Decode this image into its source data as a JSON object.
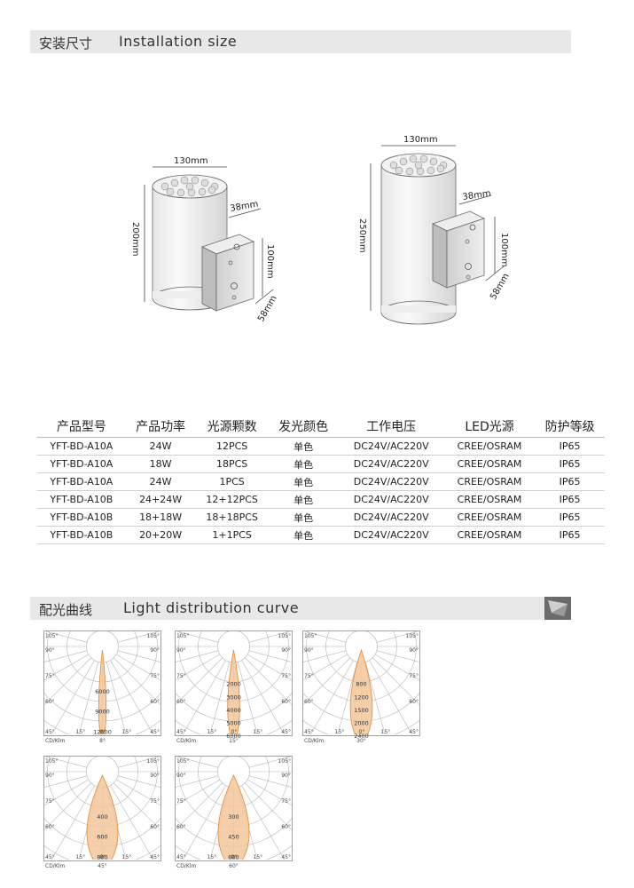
{
  "install": {
    "title_zh": "安装尺寸",
    "title_en": "Installation size",
    "left": {
      "width": "130mm",
      "height": "200mm",
      "depth": "38mm",
      "box_h": "100mm",
      "box_d": "58mm"
    },
    "right": {
      "width": "130mm",
      "height": "250mm",
      "depth": "38mm",
      "box_h": "100mm",
      "box_d": "58mm"
    }
  },
  "table": {
    "headers": [
      "产品型号",
      "产品功率",
      "光源颗数",
      "发光颜色",
      "工作电压",
      "LED光源",
      "防护等级"
    ],
    "rows": [
      [
        "YFT-BD-A10A",
        "24W",
        "12PCS",
        "单色",
        "DC24V/AC220V",
        "CREE/OSRAM",
        "IP65"
      ],
      [
        "YFT-BD-A10A",
        "18W",
        "18PCS",
        "单色",
        "DC24V/AC220V",
        "CREE/OSRAM",
        "IP65"
      ],
      [
        "YFT-BD-A10A",
        "24W",
        "1PCS",
        "单色",
        "DC24V/AC220V",
        "CREE/OSRAM",
        "IP65"
      ],
      [
        "YFT-BD-A10B",
        "24+24W",
        "12+12PCS",
        "单色",
        "DC24V/AC220V",
        "CREE/OSRAM",
        "IP65"
      ],
      [
        "YFT-BD-A10B",
        "18+18W",
        "18+18PCS",
        "单色",
        "DC24V/AC220V",
        "CREE/OSRAM",
        "IP65"
      ],
      [
        "YFT-BD-A10B",
        "20+20W",
        "1+1PCS",
        "单色",
        "DC24V/AC220V",
        "CREE/OSRAM",
        "IP65"
      ]
    ]
  },
  "curves": {
    "title_zh": "配光曲线",
    "title_en": "Light distribution curve",
    "unit": "CD/Klm",
    "angle_labels": [
      "105°",
      "90°",
      "75°",
      "60°",
      "45°",
      "30°",
      "15°",
      "0°"
    ],
    "plots": [
      {
        "beam": "8°",
        "values": [
          "6000",
          "9000",
          "12000"
        ],
        "spread_deg": 8
      },
      {
        "beam": "15°",
        "values": [
          "2000",
          "3000",
          "4000",
          "5000",
          "6000"
        ],
        "spread_deg": 15
      },
      {
        "beam": "30°",
        "values": [
          "800",
          "1200",
          "1500",
          "2000",
          "2400"
        ],
        "spread_deg": 30
      },
      {
        "beam": "45°",
        "values": [
          "400",
          "600",
          "800"
        ],
        "spread_deg": 45
      },
      {
        "beam": "60°",
        "values": [
          "300",
          "450",
          "600"
        ],
        "spread_deg": 60
      }
    ]
  },
  "colors": {
    "beam_fill": "#f3c79a",
    "beam_stroke": "#e08a3c",
    "grid": "#b5b5b5",
    "bar": "#e8e8e8"
  }
}
